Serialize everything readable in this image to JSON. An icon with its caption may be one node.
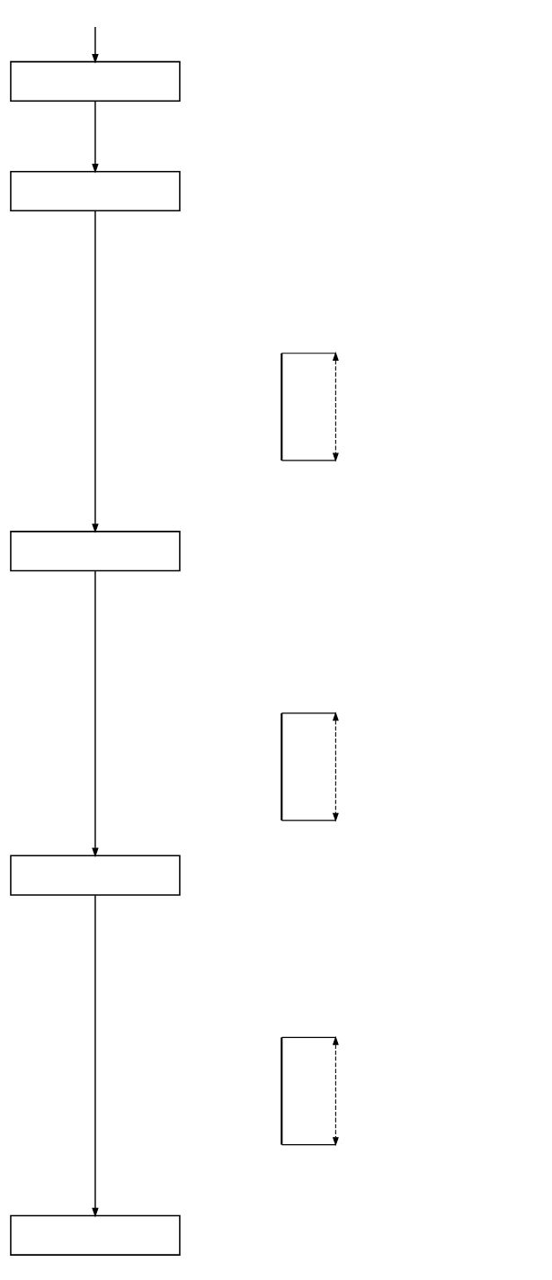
{
  "diagram": {
    "nodes": [
      {
        "text": [],
        "shape": "box"
      },
      {
        "text": [],
        "shape": "box"
      },
      {
        "text": [],
        "shape": "box"
      },
      {
        "text": [],
        "shape": "box"
      },
      {
        "text": [],
        "shape": "box"
      }
    ],
    "edges": [
      {
        "from": null,
        "to": 0,
        "arrow": "to"
      },
      {
        "from": 0,
        "to": 1,
        "arrow": "to"
      },
      {
        "from": 1,
        "to": 2,
        "arrow": "to"
      },
      {
        "from": 2,
        "to": 3,
        "arrow": "to"
      },
      {
        "from": 3,
        "to": 4,
        "arrow": "to"
      }
    ]
  }
}
